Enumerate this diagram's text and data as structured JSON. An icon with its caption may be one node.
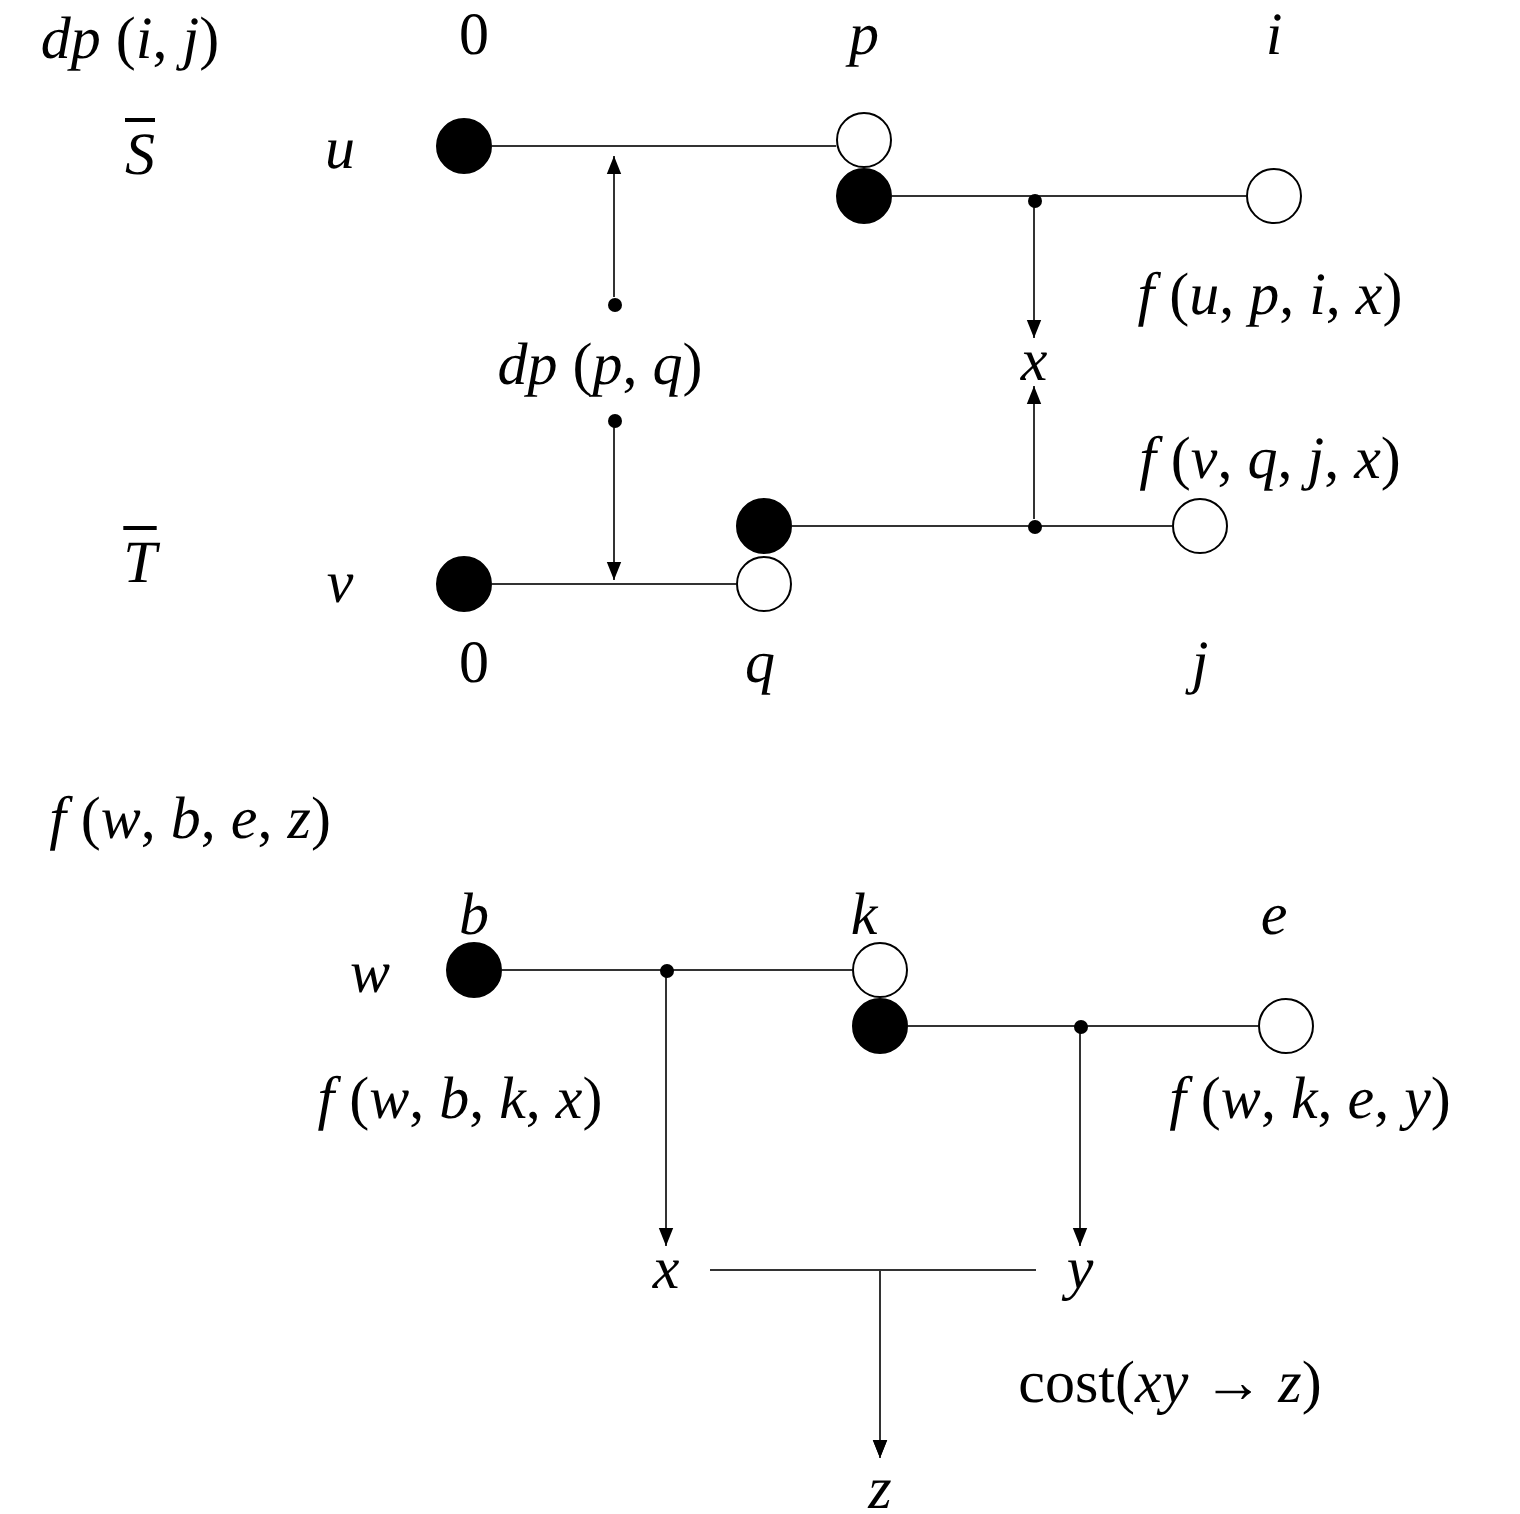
{
  "diagram": {
    "nodes": [
      {
        "text": [],
        "shape": "circle"
      },
      {
        "text": [],
        "shape": "circle"
      },
      {
        "text": [],
        "shape": "circle"
      },
      {
        "text": [],
        "shape": "circle"
      },
      {
        "text": [],
        "shape": "circle"
      },
      {
        "text": [],
        "shape": "circle"
      },
      {
        "text": [],
        "shape": "circle"
      },
      {
        "text": [],
        "shape": "circle"
      },
      {
        "text": [],
        "shape": "circle"
      },
      {
        "text": [],
        "shape": "circle"
      },
      {
        "text": [],
        "shape": "circle"
      },
      {
        "text": [],
        "shape": "circle"
      },
      {
        "text": [],
        "shape": "dot"
      },
      {
        "text": [],
        "shape": "dot"
      },
      {
        "text": [],
        "shape": "dot"
      },
      {
        "text": [],
        "shape": "dot"
      },
      {
        "text": [],
        "shape": "dot"
      },
      {
        "text": [],
        "shape": "dot"
      },
      {
        "text": [
          "x"
        ]
      },
      {
        "text": [
          "x"
        ]
      },
      {
        "text": [
          "y"
        ]
      },
      {
        "text": [
          "z"
        ]
      }
    ],
    "edges": [
      {
        "from": 0,
        "to": 1,
        "arrow": "none"
      },
      {
        "from": 2,
        "to": 3,
        "arrow": "none"
      },
      {
        "from": 4,
        "to": 5,
        "arrow": "none"
      },
      {
        "from": 6,
        "to": 7,
        "arrow": "none"
      },
      {
        "from": 8,
        "to": 9,
        "arrow": "none"
      },
      {
        "from": 10,
        "to": 11,
        "arrow": "none"
      },
      {
        "from": 12,
        "to": null,
        "arrow": "to"
      },
      {
        "from": 13,
        "to": null,
        "arrow": "to"
      },
      {
        "from": 14,
        "to": 18,
        "arrow": "to"
      },
      {
        "from": 15,
        "to": 18,
        "arrow": "to"
      },
      {
        "from": 16,
        "to": 19,
        "arrow": "to"
      },
      {
        "from": 17,
        "to": 20,
        "arrow": "to"
      },
      {
        "from": 19,
        "to": 21,
        "arrow": "to"
      },
      {
        "from": 20,
        "to": 21,
        "arrow": "to"
      }
    ],
    "labels": [
      "*dp* (*i*, *j*)",
      "0",
      "p",
      "i",
      "S",
      "u",
      "*f* (*u*, *p*, *i*, *x*)",
      "*dp* (*p*, *q*)",
      "*f* (*v*, *q*, *j*, *x*)",
      "T",
      "v",
      "0",
      "q",
      "j",
      "*f* (*w*, *b*, *e*, *z*)",
      "b",
      "k",
      "e",
      "w",
      "*f* (*w*, *b*, *k*, *x*)",
      "*f* (*w*, *k*, *e*, *y*)",
      "cost(*xy* → *z*)"
    ]
  }
}
